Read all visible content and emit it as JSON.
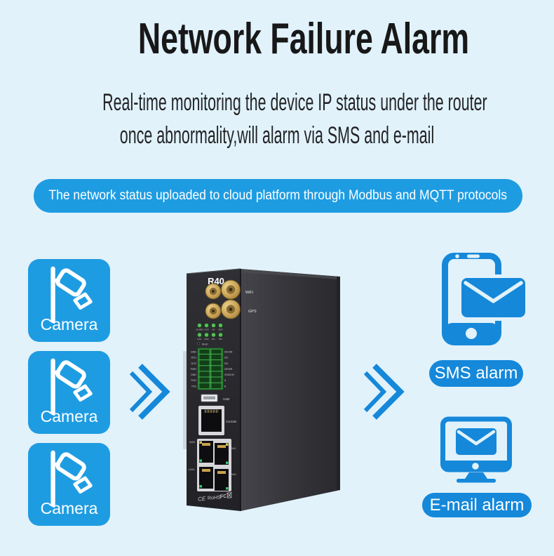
{
  "page": {
    "background": "#E1F2FB"
  },
  "header": {
    "title": "Network Failure Alarm",
    "subtitle_line1": "Real-time monitoring the device IP status under the router",
    "subtitle_line2": "once abnormality,will alarm via SMS and e-mail"
  },
  "banner": {
    "text": "The network status uploaded to cloud platform through Modbus and MQTT protocols"
  },
  "sources": {
    "tiles": [
      {
        "label": "Camera"
      },
      {
        "label": "Camera"
      },
      {
        "label": "Camera"
      }
    ]
  },
  "device": {
    "model": "R40",
    "antenna_labels": {
      "wifi": "WiFi",
      "gps": "GPS"
    },
    "led_top": [
      "ALARM",
      "SYS",
      "4G",
      "WIFI"
    ],
    "led_bottom": [
      "DO1",
      "DO2",
      "DI1",
      "DI2"
    ],
    "reset_label": "Reset",
    "terminal_left": [
      "GND",
      "DO1",
      "DO2",
      "PWR",
      "GND",
      "RXD",
      "TXD"
    ],
    "terminal_right": [
      "DICOM",
      "DI1",
      "DI2",
      "DIPWR",
      "VDD5.5V",
      "A",
      "B"
    ],
    "usb_label": "USB",
    "console_label": "Console",
    "port_labels": [
      "WAN",
      "LAN1",
      "LAN2",
      "LAN3"
    ],
    "cert_marks": [
      "CE",
      "RoHS",
      "FC"
    ]
  },
  "alarms": {
    "sms_label": "SMS alarm",
    "email_label": "E-mail alarm"
  },
  "icons": {
    "camera": "cctv-camera-icon",
    "flow": "double-chevron-right-icon",
    "sms": "phone-message-icon",
    "email": "monitor-message-icon",
    "weee": "weee-bin-icon"
  },
  "colors": {
    "background": "#E1F2FB",
    "brand_light_blue": "#1E9CE2",
    "brand_deep_blue": "#1588DA",
    "router_body": "#2A2A2E",
    "antenna_gold": "#C9A255",
    "terminal_green": "#2F8F3A",
    "led_green": "#57C257",
    "text_dark": "#181819",
    "text_white": "#FFFFFF"
  }
}
